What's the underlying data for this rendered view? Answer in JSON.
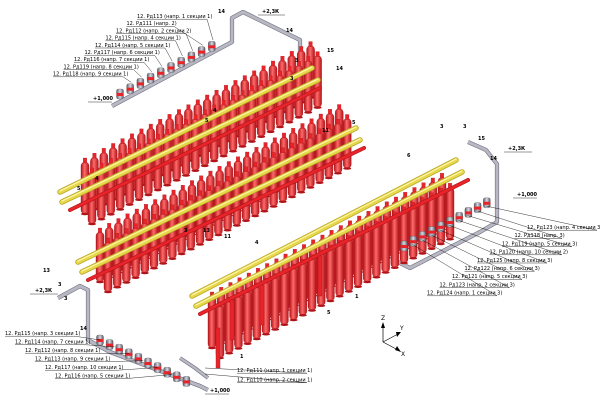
{
  "callouts": {
    "top": [
      "12. Рд113 (напр. 1 секции 1)",
      "12. Рд111 (напр. 2)",
      "12. Рд112 (напр. 2 секции 2)",
      "12. Рд115 (напр. 4 секции 1)",
      "12. Рд114 (напр. 5 секции 1)",
      "12. Рд117 (напр. 6 секции 1)",
      "12. Рд116 (напр. 7 секции 1)",
      "12. Рд119 (напр. 8 секции 1)",
      "12. Рд118 (напр. 9 секции 1)"
    ],
    "right": [
      "12. Рд123 (напр. 4 секции 3)",
      "12. Рд118 (напр. 3)",
      "12. Рд119 (напр. 5 секции 3)",
      "12. Рд120 (напр. 10 секции 2)",
      "12. Рд125 (напр. 8 секции 3)",
      "12. Рд122 (напр. 6 секции 3)",
      "12. Рд121 (напр. 5 секции 3)",
      "12. Рд123 (напр. 2 секции 3)",
      "12. Рд124 (напр. 1 секции 3)"
    ],
    "bottom_left": [
      "12. Рд115 (напр. 3 секции 1)",
      "12. Рд114 (напр. 7 секции 1)",
      "12. Рд112 (напр. 8 секции 1)",
      "12. Рд113 (напр. 9 секции 1)",
      "12. Рд117 (напр. 10 секции 1)",
      "12. Рд116 (напр. 5 секции 1)"
    ],
    "bottom_center": [
      "12. Рд111 (напр. 1 секции 1)",
      "12. Рд110 (напр. 2 секции 1)"
    ]
  },
  "elevations": {
    "top_high": "+2,3К",
    "top_low": "+1,000",
    "right_high": "+2,3К",
    "right_low": "+1,000",
    "left_high": "+2,3К",
    "bottom_low": "+1,000"
  },
  "position_numbers": {
    "n14": "14",
    "n15": "15",
    "n3": "3",
    "n4": "4",
    "n5": "5",
    "n6": "6",
    "n11": "11",
    "n13": "13",
    "n1": "1"
  },
  "axes": {
    "z": "Z",
    "y": "Y",
    "x": "X"
  },
  "colors": {
    "cylinder": "#e8242b",
    "cylinder_dark": "#b01419",
    "cylinder_light": "#ff6a6a",
    "manifold": "#e7d84a",
    "manifold_dark": "#b9a72a",
    "pipe": "#b8b8c4",
    "pipe_dark": "#6e6e7e",
    "valve": "#9a9aa6"
  }
}
